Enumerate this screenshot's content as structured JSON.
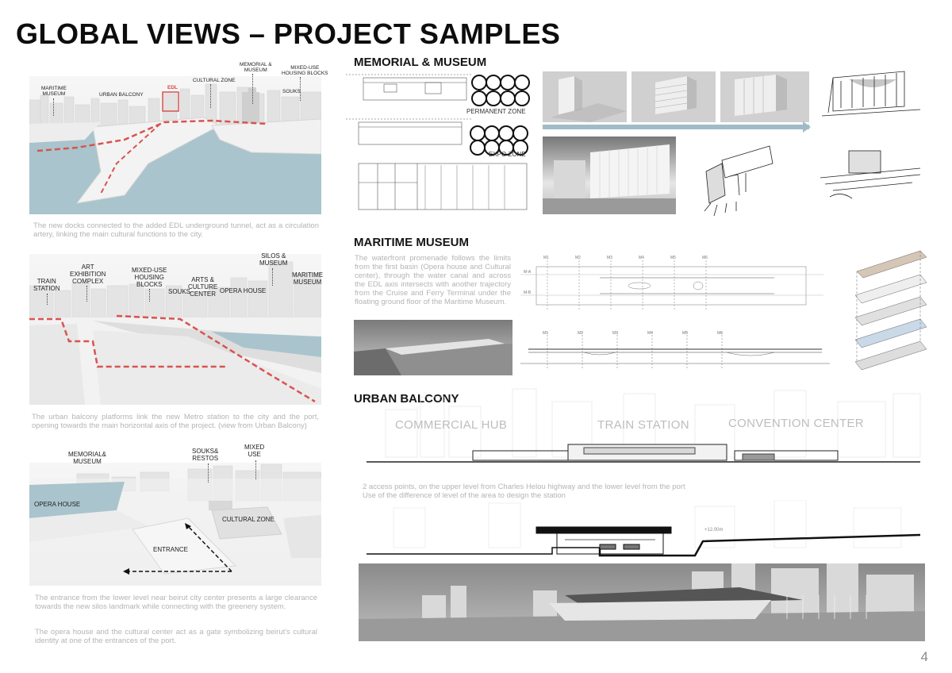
{
  "page": {
    "title": "GLOBAL VIEWS – PROJECT SAMPLES",
    "page_number": "4"
  },
  "left": {
    "view1": {
      "labels": {
        "maritime_museum": "MARITIME\nMUSEUM",
        "urban_balcony": "URBAN BALCONY",
        "edl": "EDL",
        "cultural_zone": "CULTURAL ZONE",
        "memorial_museum": "MEMORIAL &\nMUSEUM",
        "mixed_use": "MIXED-USE\nHOUSING BLOCKS",
        "souks": "SOUKS"
      },
      "caption": "The new docks connected to the added EDL underground tunnel, act as a circulation artery, linking the main cultural functions to the city."
    },
    "view2": {
      "labels": {
        "train_station": "TRAIN\nSTATION",
        "art_exhibition": "ART\nEXHIBITION\nCOMPLEX",
        "mixed_use": "MIXED-USE\nHOUSING\nBLOCKS",
        "souks": "SOUKS",
        "arts_culture": "ARTS &\nCULTURE\nCENTER",
        "opera_house": "OPERA HOUSE",
        "silos_museum": "SILOS &\nMUSEUM",
        "maritime_museum": "MARITIME\nMUSEUM"
      },
      "caption": "The urban balcony platforms link the new Metro station to the city and the port, opening towards the main horizontal axis of the project.  (view from Urban Balcony)"
    },
    "view3": {
      "labels": {
        "memorial_museum": "MEMORIAL&\nMUSEUM",
        "souks_restos": "SOUKS&\nRESTOS",
        "mixed_use": "MIXED\nUSE",
        "opera_house": "OPERA HOUSE",
        "cultural_zone": "CULTURAL ZONE",
        "entrance": "ENTRANCE"
      },
      "caption1": "The entrance from the lower level near beirut city center presents a large clearance  towards the new silos landmark while connecting with the greenery system.",
      "caption2": "The opera house and the cultural center act as a gate symbolizing beirut's cultural identity at one of the entrances of the port."
    }
  },
  "memorial": {
    "heading": "MEMORIAL & MUSEUM",
    "permanent_zone": "PERMANENT ZONE",
    "expo_zone": "EXPO ZONE"
  },
  "maritime": {
    "heading": "MARITIME MUSEUM",
    "text": "The waterfront promenade follows the limits from the first basin (Opera house and Cultural center), through the water canal and across the EDL axis intersects with another trajectory from the Cruise and Ferry Terminal under the floating ground floor of the Maritime Museum.",
    "grid_labels": [
      "M1",
      "M2",
      "M3",
      "M4",
      "M5",
      "M6"
    ],
    "row_labels": [
      "M-A",
      "M-B"
    ]
  },
  "urban_balcony": {
    "heading": "URBAN BALCONY",
    "commercial_hub": "COMMERCIAL HUB",
    "train_station": "TRAIN STATION",
    "convention_center": "CONVENTION CENTER",
    "access_text_1": "2 access points, on the upper level  from Charles Helou highway and the lower level from the port",
    "access_text_2": "Use of the difference of level of the area to design the station",
    "level_mark": "+12.00m"
  },
  "colors": {
    "water": "#a9c4cc",
    "dashed_path": "#d9534f",
    "arrow_bar": "#9fbcc6"
  }
}
